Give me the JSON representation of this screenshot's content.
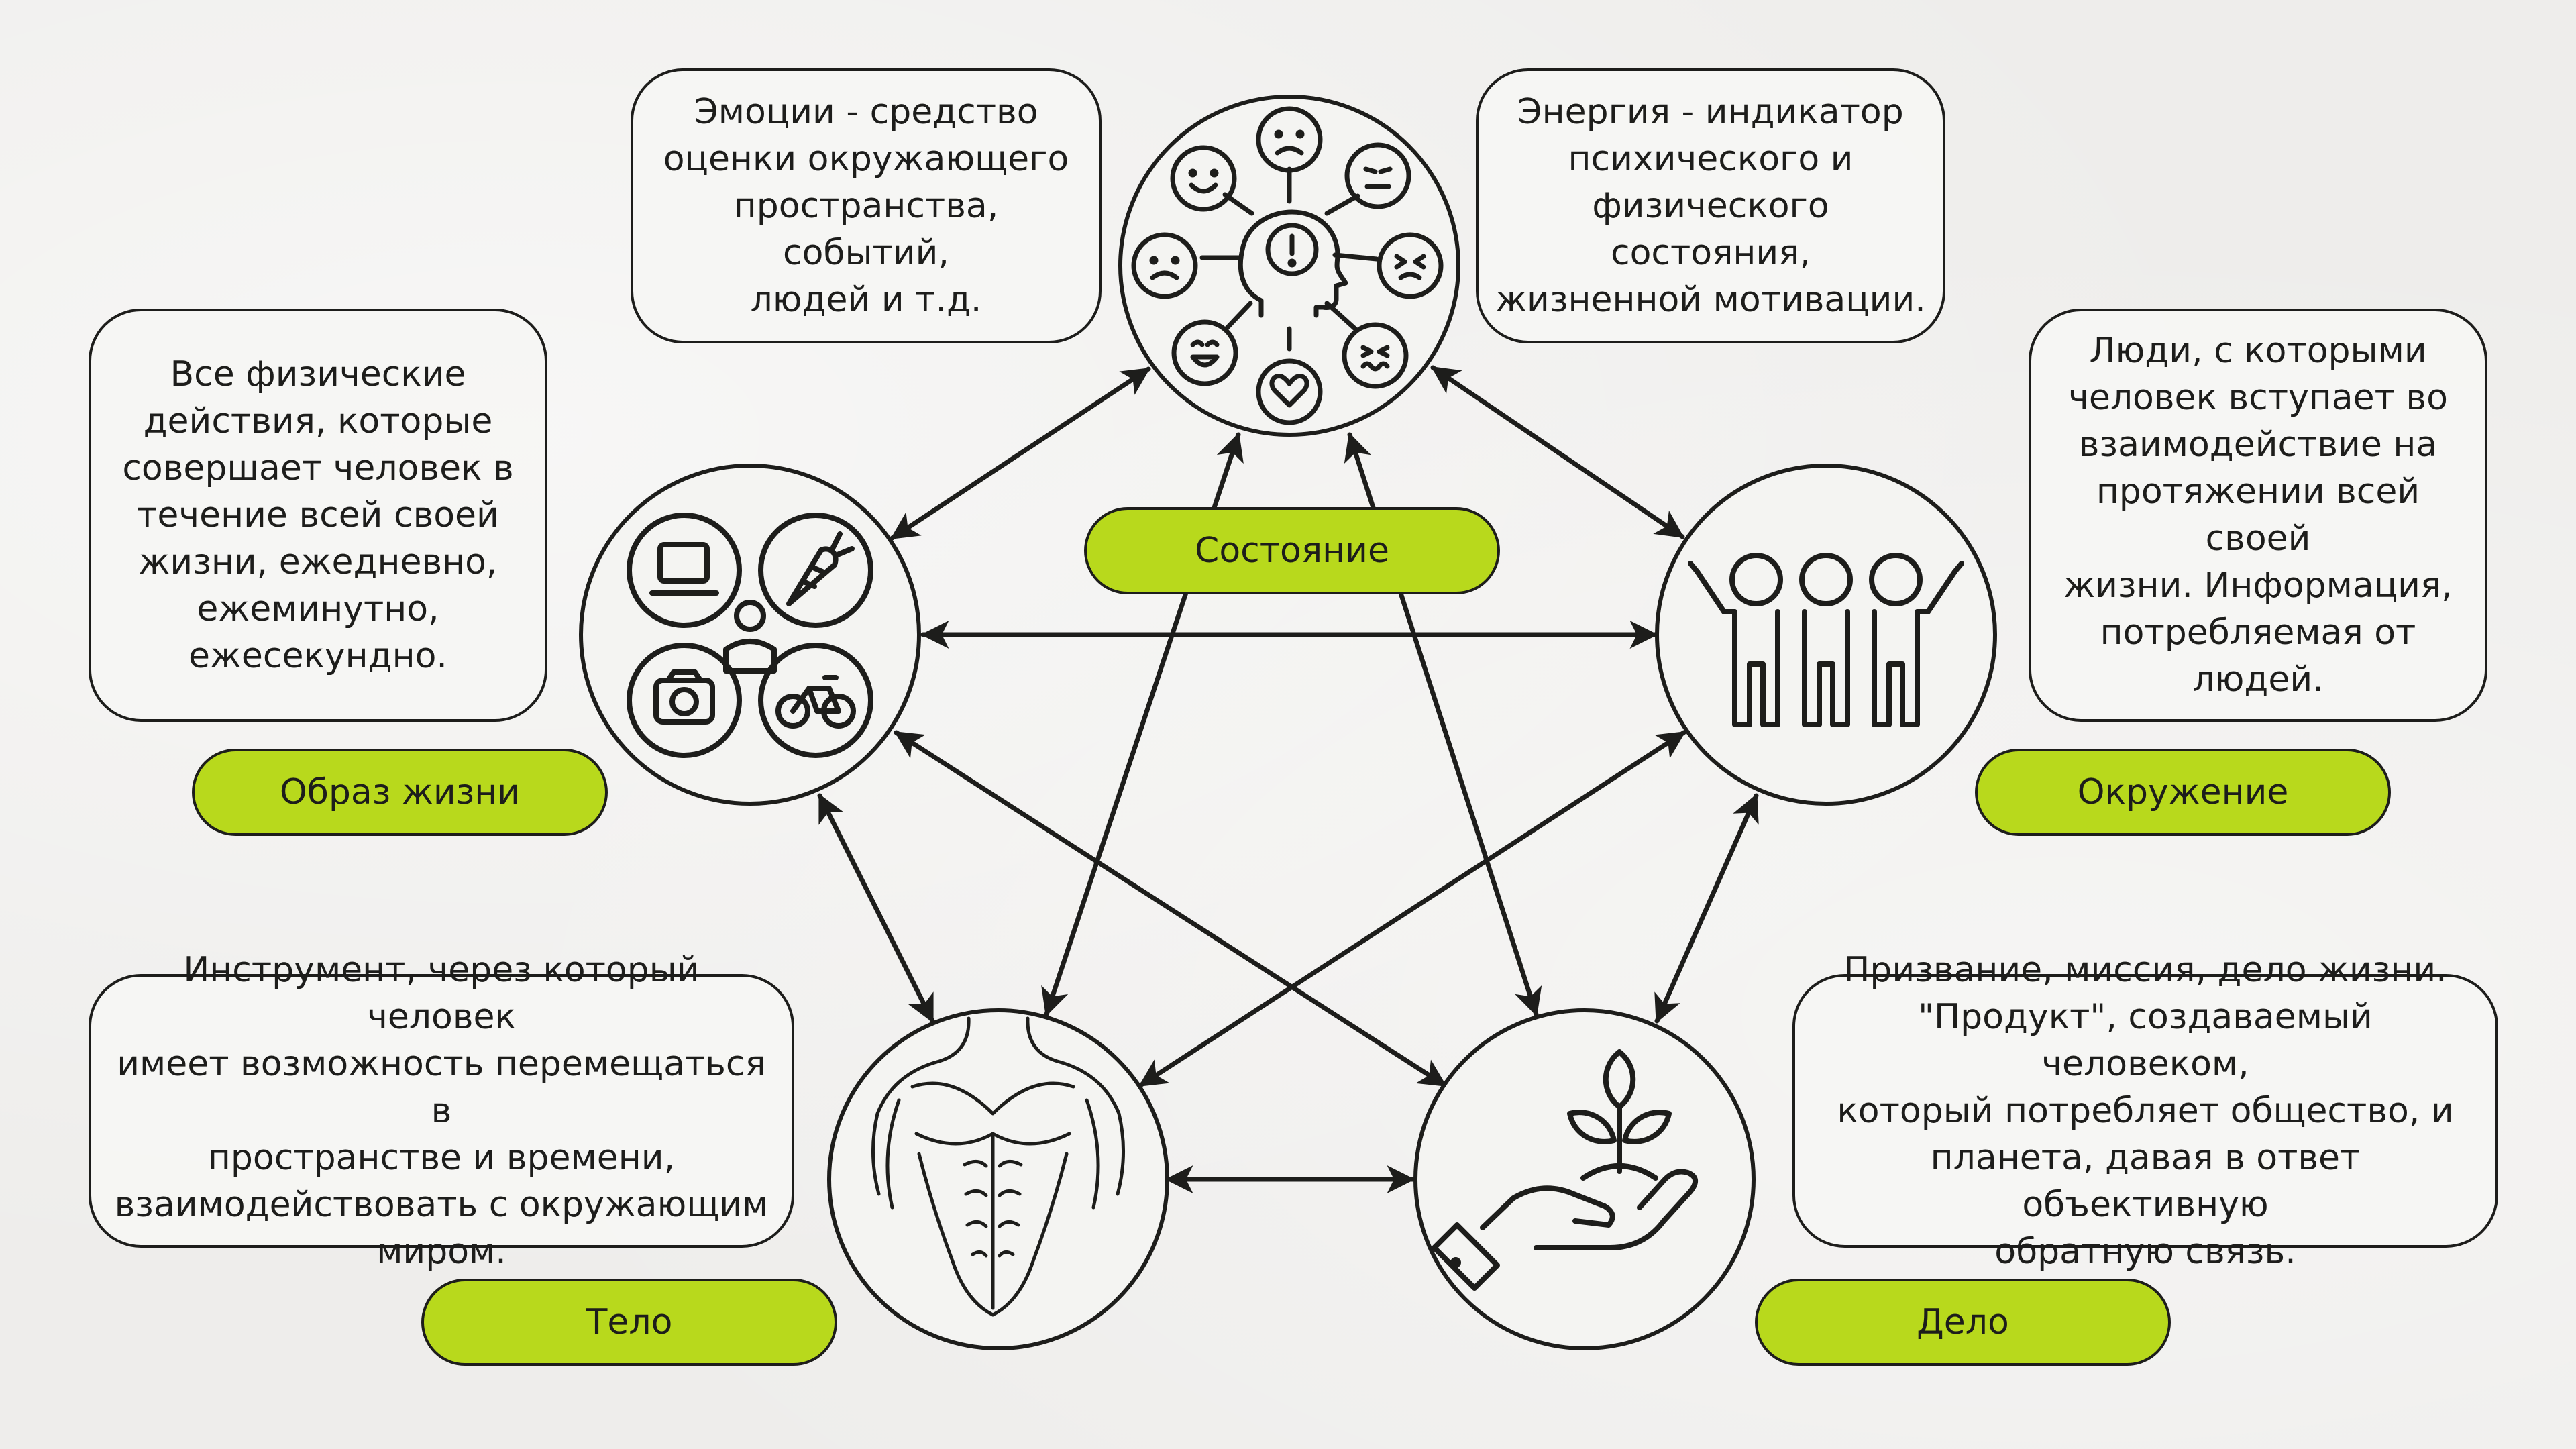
{
  "descriptions": {
    "emotions": "Эмоции - средство\nоценки окружающего\nпространства, событий,\nлюдей и т.д.",
    "energy": "Энергия - индикатор\nпсихического и\nфизического состояния,\nжизненной мотивации.",
    "lifestyle": "Все физические\nдействия, которые\nсовершает человек в\nтечение всей своей\nжизни, ежедневно,\nежеминутно,\nежесекундно.",
    "people": "Люди, с которыми\nчеловек вступает во\nвзаимодействие на\nпротяжении всей своей\nжизни. Информация,\nпотребляемая от\nлюдей.",
    "body": "Инструмент, через который человек\nимеет возможность перемещаться в\nпространстве и времени,\nвзаимодействовать с окружающим\nмиром.",
    "work": "Призвание, миссия, дело жизни.\n\"Продукт\", создаваемый человеком,\nкоторый потребляет общество, и\nпланета, давая в ответ объективную\nобратную связь."
  },
  "labels": {
    "state": "Состояние",
    "lifestyle": "Образ жизни",
    "environment": "Окружение",
    "body": "Тело",
    "work": "Дело"
  },
  "colors": {
    "accent": "#b8d91c",
    "ink": "#1d1d1b",
    "circle_fill": "#f4f4f2",
    "background": "#eeedeb"
  },
  "icons": {
    "state": "emotions-head-icon",
    "lifestyle": "lifestyle-activities-icon",
    "environment": "people-group-icon",
    "body": "torso-icon",
    "work": "hand-sprout-icon"
  }
}
